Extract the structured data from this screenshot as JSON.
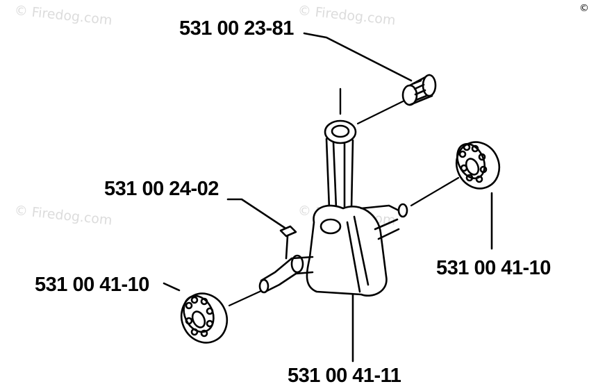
{
  "watermark": {
    "text": "© Firedog.com"
  },
  "corner_mark": "©",
  "parts": {
    "needle_bearing": "531 00 23-81",
    "key": "531 00 24-02",
    "bearing_right": "531 00 41-10",
    "bearing_left": "531 00 41-10",
    "crankshaft": "531 00 41-11"
  },
  "colors": {
    "line": "#000000",
    "background": "#ffffff",
    "watermark": "#dcdcdc"
  }
}
